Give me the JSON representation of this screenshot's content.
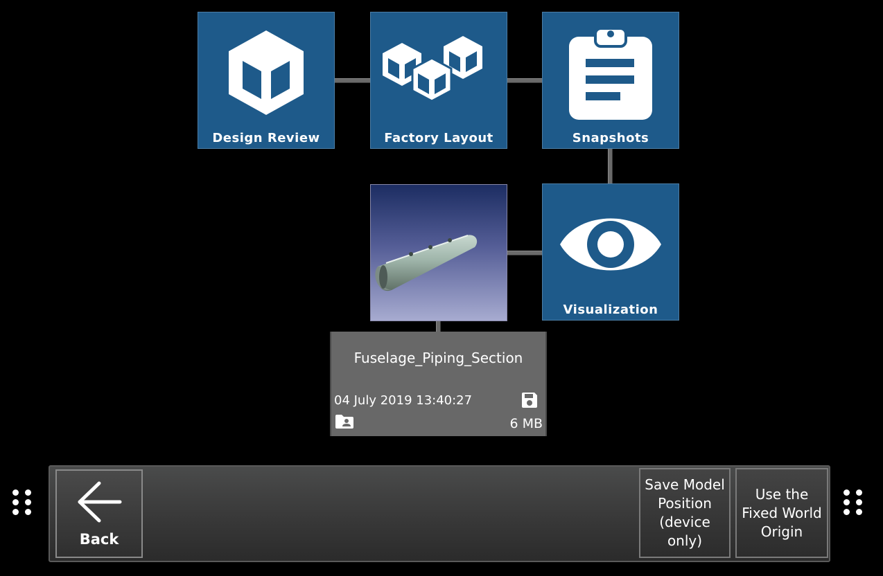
{
  "tiles": [
    {
      "id": "design-review",
      "label": "Design Review",
      "icon": "cube-icon"
    },
    {
      "id": "factory-layout",
      "label": "Factory Layout",
      "icon": "cubes-icon"
    },
    {
      "id": "snapshots",
      "label": "Snapshots",
      "icon": "clipboard-icon"
    },
    {
      "id": "visualization",
      "label": "Visualization",
      "icon": "eye-icon"
    }
  ],
  "model": {
    "name": "Fuselage_Piping_Section",
    "date": "04 July 2019 13:40:27",
    "size": "6 MB",
    "save_icon": "save-icon",
    "folder_icon": "shared-folder-icon"
  },
  "dock": {
    "back_label": "Back",
    "back_icon": "arrow-left-icon",
    "save_position_label": "Save Model Position (device only)",
    "fixed_origin_label": "Use the Fixed World Origin",
    "handle_icon": "drag-handle-icon"
  },
  "colors": {
    "tile_blue": "#1e5a8a",
    "card_gray": "#686868",
    "connector_gray": "#6a6a6a"
  }
}
